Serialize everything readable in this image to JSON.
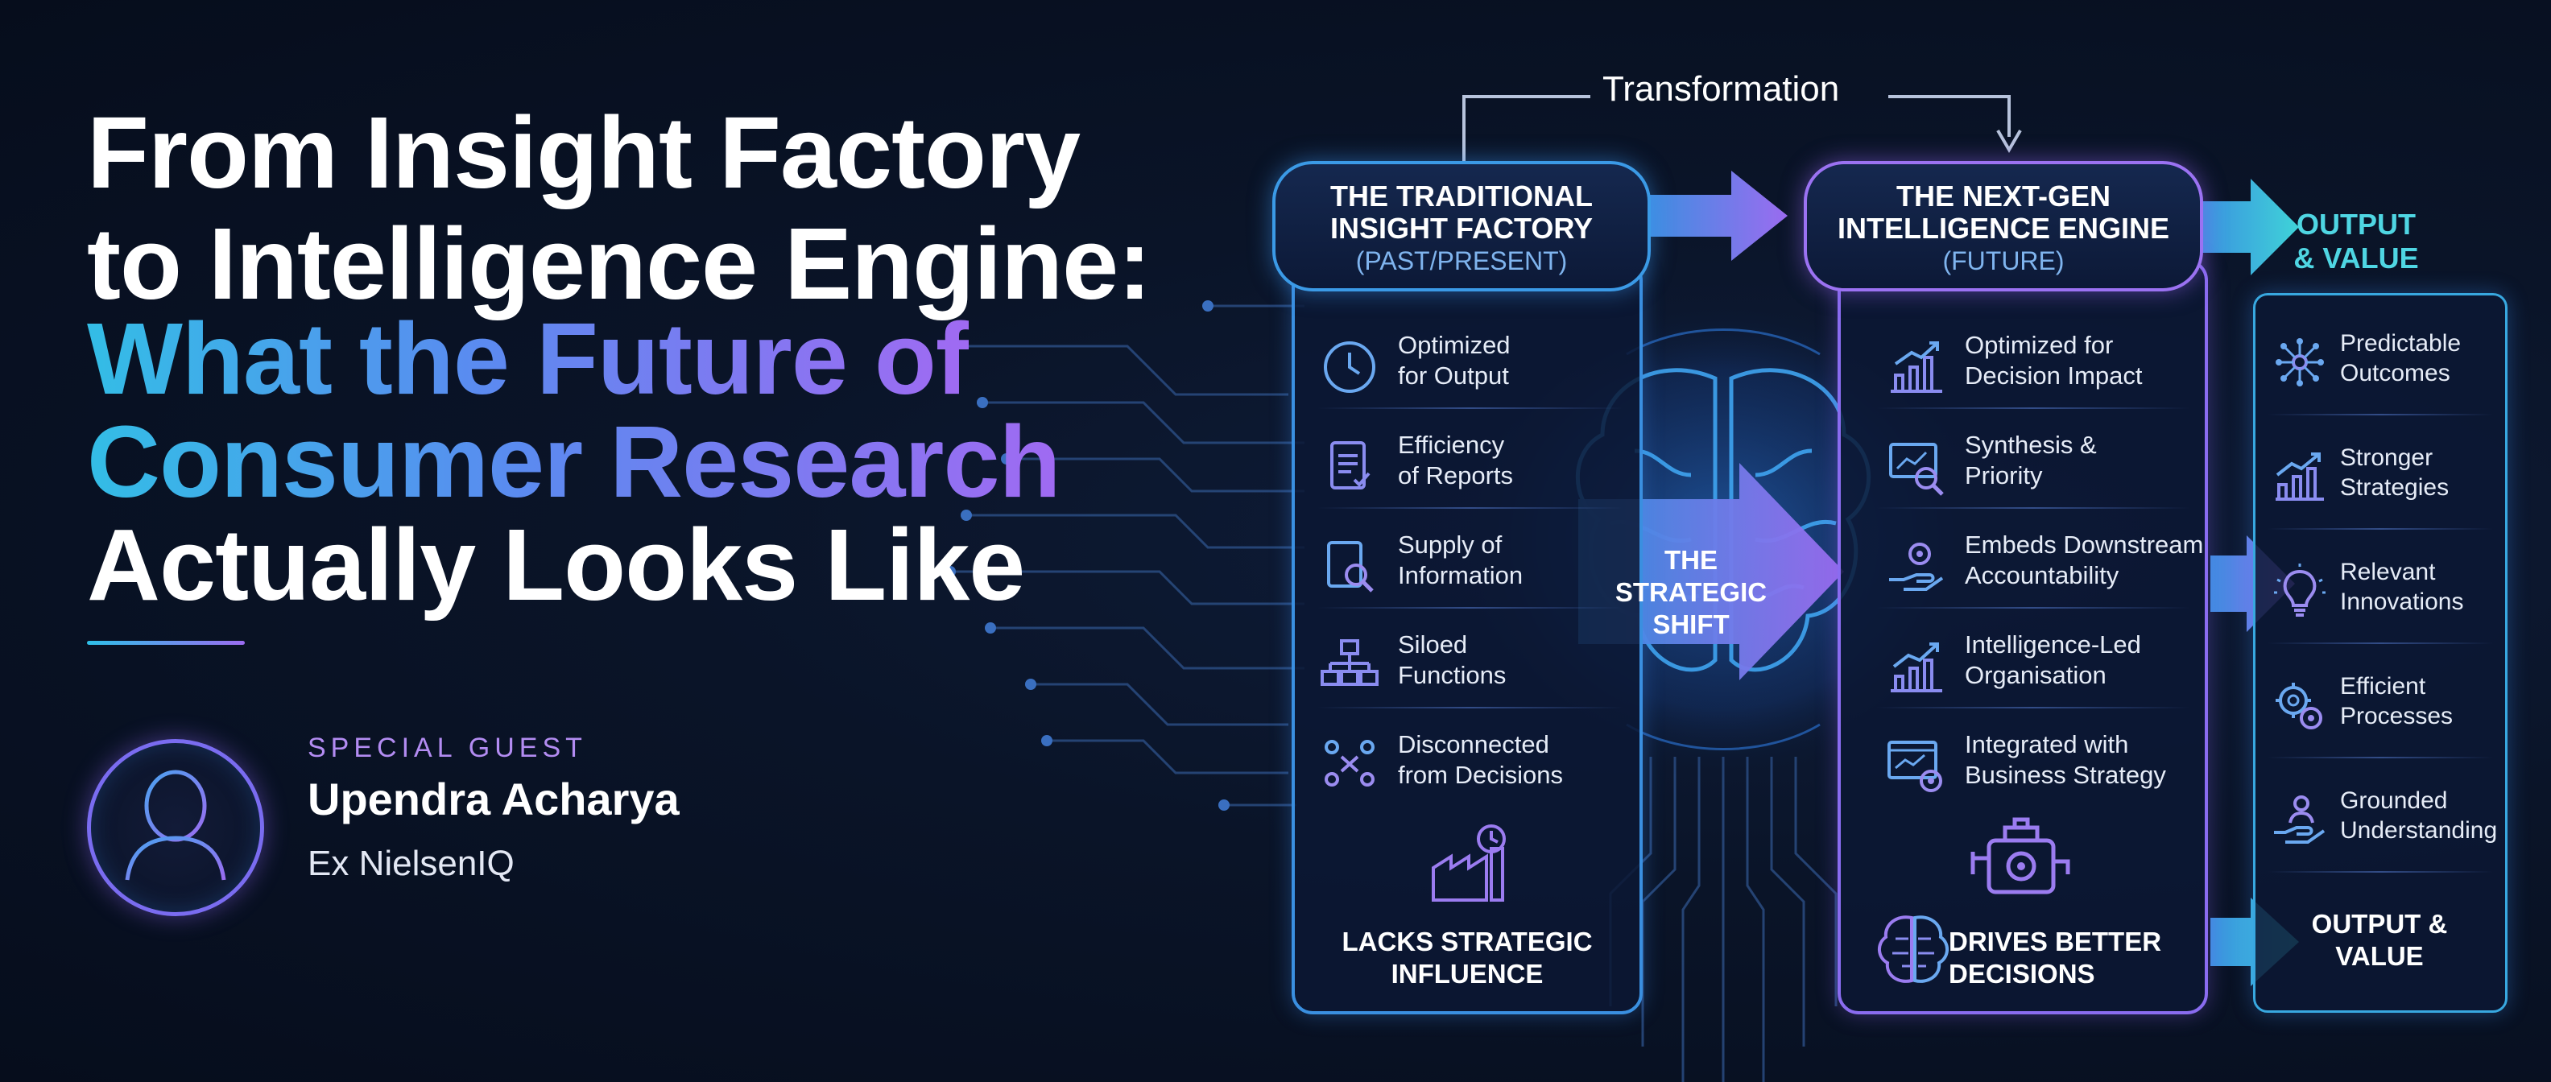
{
  "hero": {
    "line1": "From Insight Factory",
    "line2": "to Intelligence Engine:",
    "line3": "What the Future of",
    "line4": "Consumer Research",
    "line5": "Actually Looks Like"
  },
  "guest": {
    "label": "SPECIAL GUEST",
    "name": "Upendra Acharya",
    "title": "Ex NielsenIQ"
  },
  "diagram": {
    "transformation_label": "Transformation",
    "shift_label_1": "THE",
    "shift_label_2": "STRATEGIC",
    "shift_label_3": "SHIFT",
    "traditional": {
      "heading_1": "THE TRADITIONAL",
      "heading_2": "INSIGHT FACTORY",
      "sub": "(PAST/PRESENT)",
      "items": [
        {
          "l1": "Optimized",
          "l2": "for Output",
          "icon": "clock-icon"
        },
        {
          "l1": "Efficiency",
          "l2": "of Reports",
          "icon": "report-icon"
        },
        {
          "l1": "Supply of",
          "l2": "Information",
          "icon": "document-search-icon"
        },
        {
          "l1": "Siloed",
          "l2": "Functions",
          "icon": "org-chart-icon"
        },
        {
          "l1": "Disconnected",
          "l2": "from Decisions",
          "icon": "disconnected-people-icon"
        }
      ],
      "footer_1": "LACKS STRATEGIC",
      "footer_2": "INFLUENCE"
    },
    "nextgen": {
      "heading_1": "THE NEXT-GEN",
      "heading_2": "INTELLIGENCE ENGINE",
      "sub": "(FUTURE)",
      "items": [
        {
          "l1": "Optimized for",
          "l2": "Decision Impact",
          "icon": "bar-chart-up-icon"
        },
        {
          "l1": "Synthesis &",
          "l2": "Priority",
          "icon": "magnify-chart-icon"
        },
        {
          "l1": "Embeds Downstream",
          "l2": "Accountability",
          "icon": "hand-gear-icon"
        },
        {
          "l1": "Intelligence-Led",
          "l2": "Organisation",
          "icon": "growth-chart-icon"
        },
        {
          "l1": "Integrated with",
          "l2": "Business Strategy",
          "icon": "window-gear-icon"
        }
      ],
      "footer_1": "DRIVES BETTER",
      "footer_2": "DECISIONS"
    },
    "output": {
      "heading_1": "OUTPUT",
      "heading_2": "& VALUE",
      "items": [
        {
          "l1": "Predictable",
          "l2": "Outcomes",
          "icon": "network-icon"
        },
        {
          "l1": "Stronger",
          "l2": "Strategies",
          "icon": "strategy-chart-icon"
        },
        {
          "l1": "Relevant",
          "l2": "Innovations",
          "icon": "lightbulb-icon"
        },
        {
          "l1": "Efficient",
          "l2": "Processes",
          "icon": "gears-icon"
        },
        {
          "l1": "Grounded",
          "l2": "Understanding",
          "icon": "person-hand-icon"
        }
      ],
      "footer_1": "OUTPUT &",
      "footer_2": "VALUE"
    }
  },
  "colors": {
    "background": "#0a1428",
    "accent_blue": "#3a8fe0",
    "accent_purple": "#8a6cf0",
    "accent_cyan": "#4fd6e3"
  }
}
